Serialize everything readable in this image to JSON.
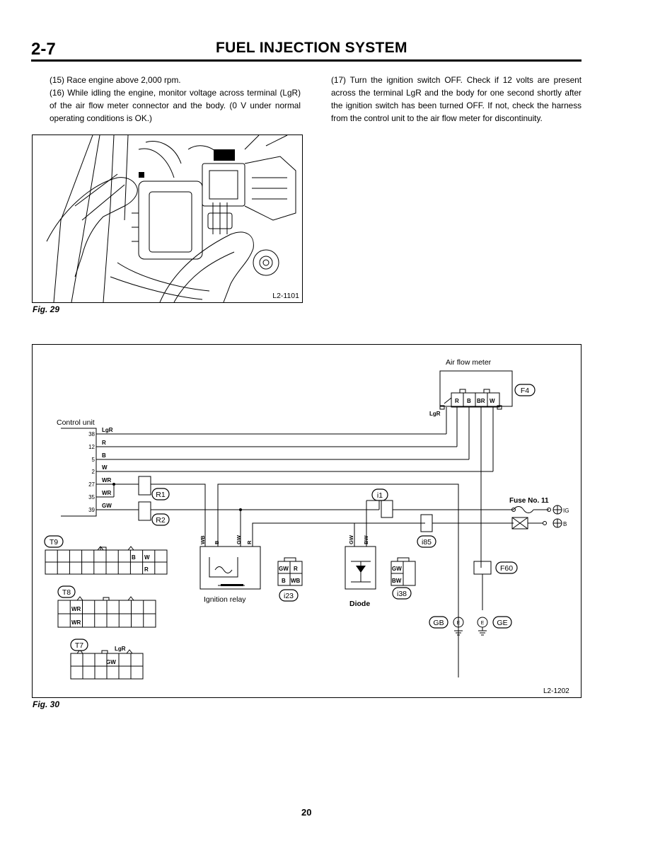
{
  "header": {
    "section": "2-7",
    "title": "FUEL INJECTION SYSTEM"
  },
  "steps_left": [
    "(15) Race engine above 2,000 rpm.",
    "(16) While idling the engine, monitor voltage across terminal (LgR) of the air flow meter connector and the body. (0 V under normal operating conditions is OK.)"
  ],
  "steps_right": [
    "(17) Turn the ignition switch OFF. Check if 12 volts are present across the terminal LgR and the body for one second shortly after the ignition switch has been turned OFF. If not, check the harness from the control unit to the air flow meter for discontinuity."
  ],
  "figure29": {
    "caption": "Fig. 29",
    "ref": "L2-1101"
  },
  "figure30": {
    "caption": "Fig. 30",
    "ref": "L2-1202",
    "labels": {
      "air_flow_meter": "Air flow meter",
      "control_unit": "Control unit",
      "fuse": "Fuse No. 11",
      "ignition_relay": "Ignition relay",
      "diode": "Diode",
      "ig": "IG",
      "b": "B"
    },
    "connectors": {
      "f4": "F4",
      "r1": "R1",
      "r2": "R2",
      "i1": "i1",
      "i85": "i85",
      "i23": "i23",
      "i38": "i38",
      "f60": "F60",
      "t9": "T9",
      "t8": "T8",
      "t7": "T7",
      "gb": "GB",
      "ge": "GE",
      "e": "E"
    },
    "afm_pins": [
      "R",
      "B",
      "BR",
      "W"
    ],
    "afm_lgr": "LgR",
    "cu_pins": [
      {
        "pin": "38",
        "wire": "LgR"
      },
      {
        "pin": "12",
        "wire": "R"
      },
      {
        "pin": "5",
        "wire": "B"
      },
      {
        "pin": "2",
        "wire": "W"
      },
      {
        "pin": "27",
        "wire": "WR"
      },
      {
        "pin": "35",
        "wire": "WR"
      },
      {
        "pin": "39",
        "wire": "GW"
      }
    ],
    "relay_wires": [
      "WB",
      "B",
      "GW",
      "R"
    ],
    "diode_wires": [
      "GW",
      "BW"
    ],
    "i23_cells": [
      "GW",
      "R",
      "B",
      "WB"
    ],
    "i38_cells": [
      "GW",
      "BW"
    ],
    "t9_cells": [
      "B",
      "W",
      "R"
    ],
    "t8_cells": [
      "WR",
      "WR"
    ],
    "t7_cells": [
      "GW"
    ],
    "t7_wire": "LgR"
  },
  "page_number": "20"
}
